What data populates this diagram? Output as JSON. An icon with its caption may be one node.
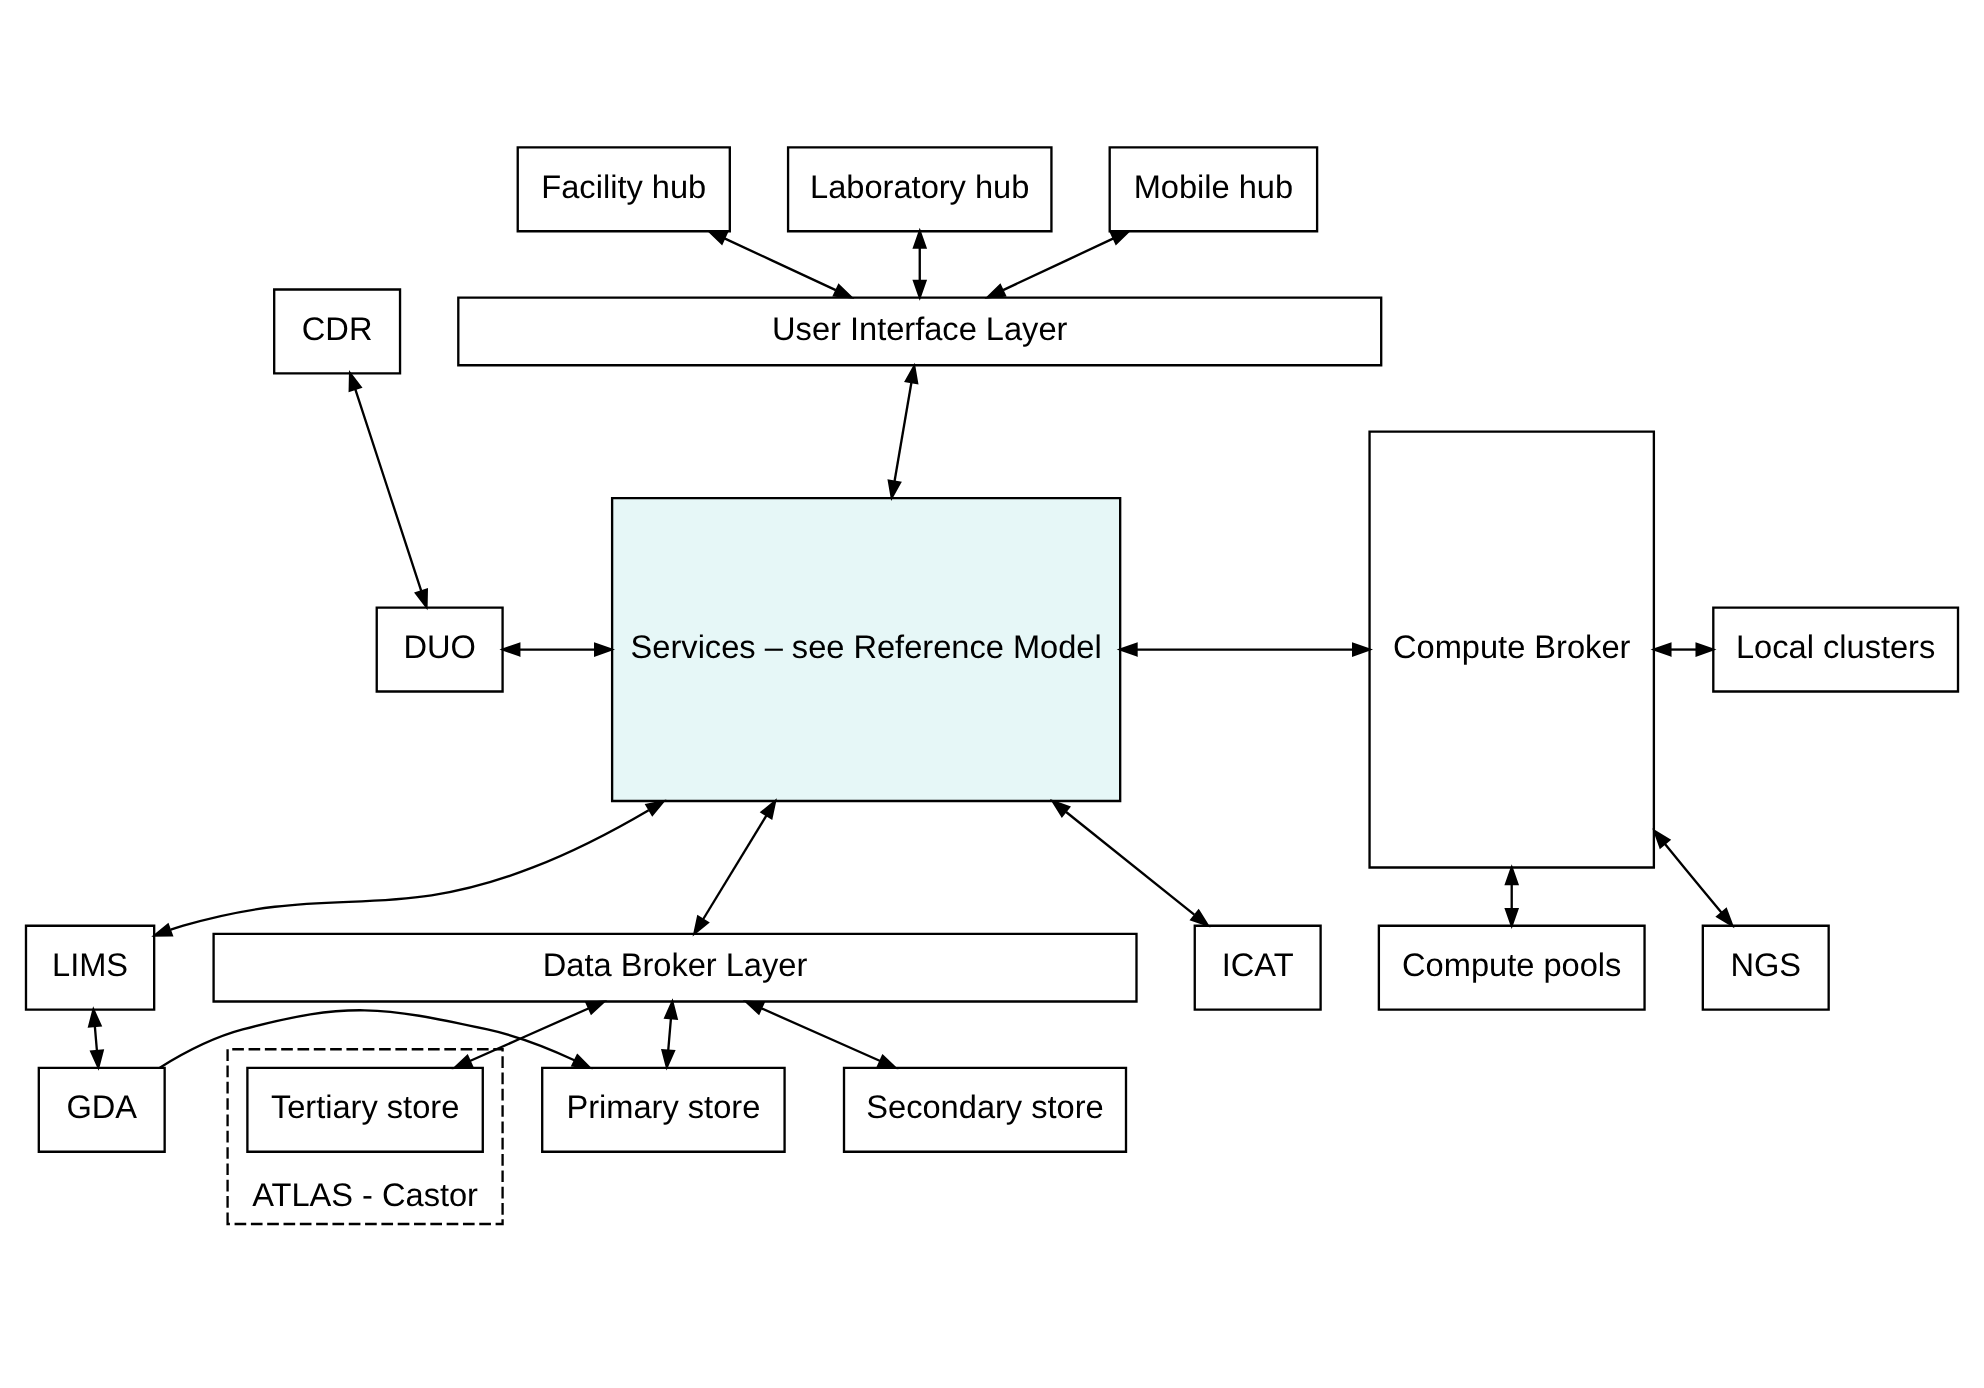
{
  "diagram": {
    "nodes": [
      {
        "text": [
          "Facility hub"
        ]
      },
      {
        "text": [
          "Laboratory hub"
        ]
      },
      {
        "text": [
          "Mobile hub"
        ]
      },
      {
        "text": [
          "CDR"
        ]
      },
      {
        "text": [
          "User Interface Layer"
        ]
      },
      {
        "text": [
          "DUO"
        ]
      },
      {
        "text": [
          "Services – see Reference Model"
        ]
      },
      {
        "text": [
          "Compute Broker"
        ]
      },
      {
        "text": [
          "Local clusters"
        ]
      },
      {
        "text": [
          "ICAT"
        ]
      },
      {
        "text": [
          "NGS"
        ]
      },
      {
        "text": [
          "LIMS"
        ]
      },
      {
        "text": [
          "Compute pools"
        ]
      },
      {
        "text": [
          "Data Broker Layer"
        ]
      },
      {
        "text": [
          "GDA"
        ]
      },
      {
        "text": [
          "Primary store"
        ]
      },
      {
        "text": [
          "Secondary store"
        ]
      },
      {
        "text": [
          "ATLAS - Castor"
        ]
      },
      {
        "text": [
          "Tertiary store"
        ],
        "in": 17
      }
    ],
    "edges": [
      {
        "from": 0,
        "to": 4,
        "arrow": "both"
      },
      {
        "from": 1,
        "to": 4,
        "arrow": "both"
      },
      {
        "from": 2,
        "to": 4,
        "arrow": "both"
      },
      {
        "from": 3,
        "to": 5,
        "arrow": "both"
      },
      {
        "from": 4,
        "to": 6,
        "arrow": "both"
      },
      {
        "from": 5,
        "to": 6,
        "arrow": "both"
      },
      {
        "from": 9,
        "to": 6,
        "arrow": "both"
      },
      {
        "from": 11,
        "to": 6,
        "arrow": "both"
      },
      {
        "from": 6,
        "to": 7,
        "arrow": "both"
      },
      {
        "from": 7,
        "to": 8,
        "arrow": "both"
      },
      {
        "from": 7,
        "to": 10,
        "arrow": "both"
      },
      {
        "from": 7,
        "to": 12,
        "arrow": "both"
      },
      {
        "from": 11,
        "to": 14,
        "arrow": "both"
      },
      {
        "from": 6,
        "to": 13,
        "arrow": "both"
      },
      {
        "from": 13,
        "to": 15,
        "arrow": "both"
      },
      {
        "from": 13,
        "to": 16,
        "arrow": "both"
      },
      {
        "from": 13,
        "to": 18,
        "arrow": "both"
      },
      {
        "from": 14,
        "to": 15,
        "arrow": "to"
      }
    ]
  }
}
